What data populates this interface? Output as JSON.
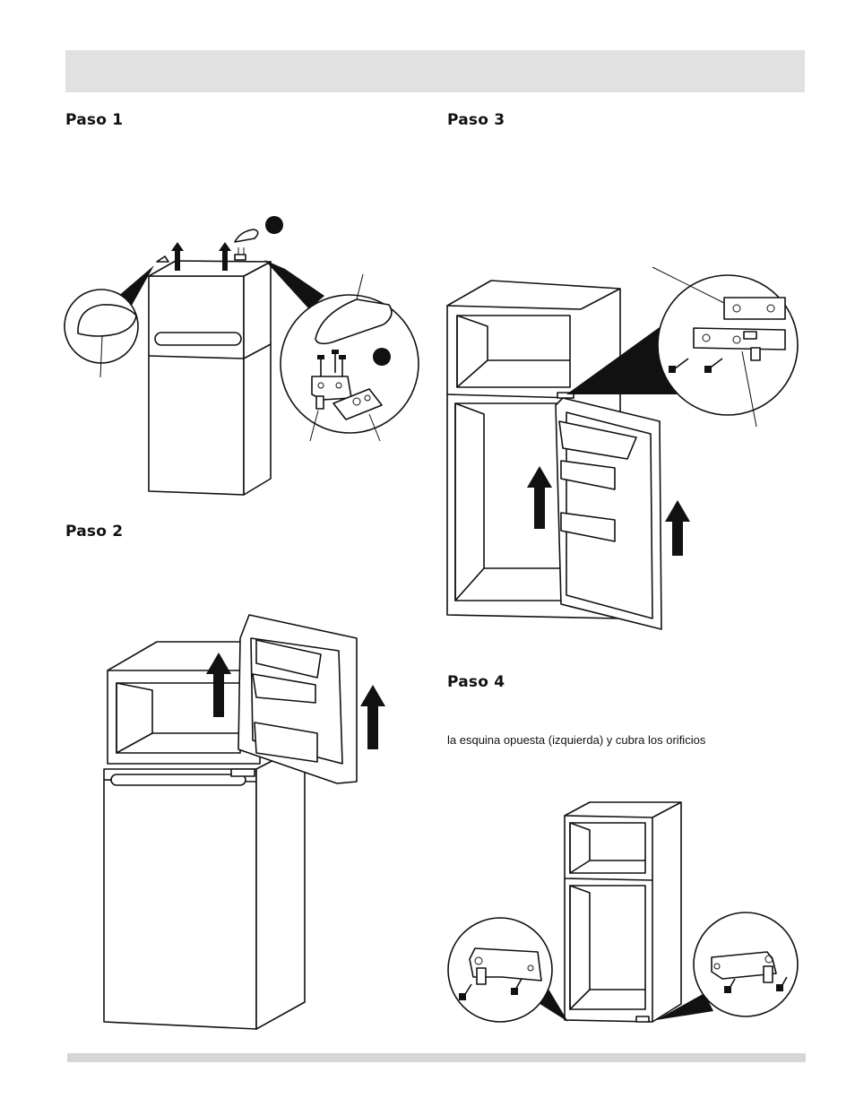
{
  "steps": [
    {
      "heading": "Paso 1"
    },
    {
      "heading": "Paso 2"
    },
    {
      "heading": "Paso 3"
    },
    {
      "heading": "Paso 4",
      "text": "la esquina opuesta (izquierda) y cubra los orificios"
    }
  ]
}
